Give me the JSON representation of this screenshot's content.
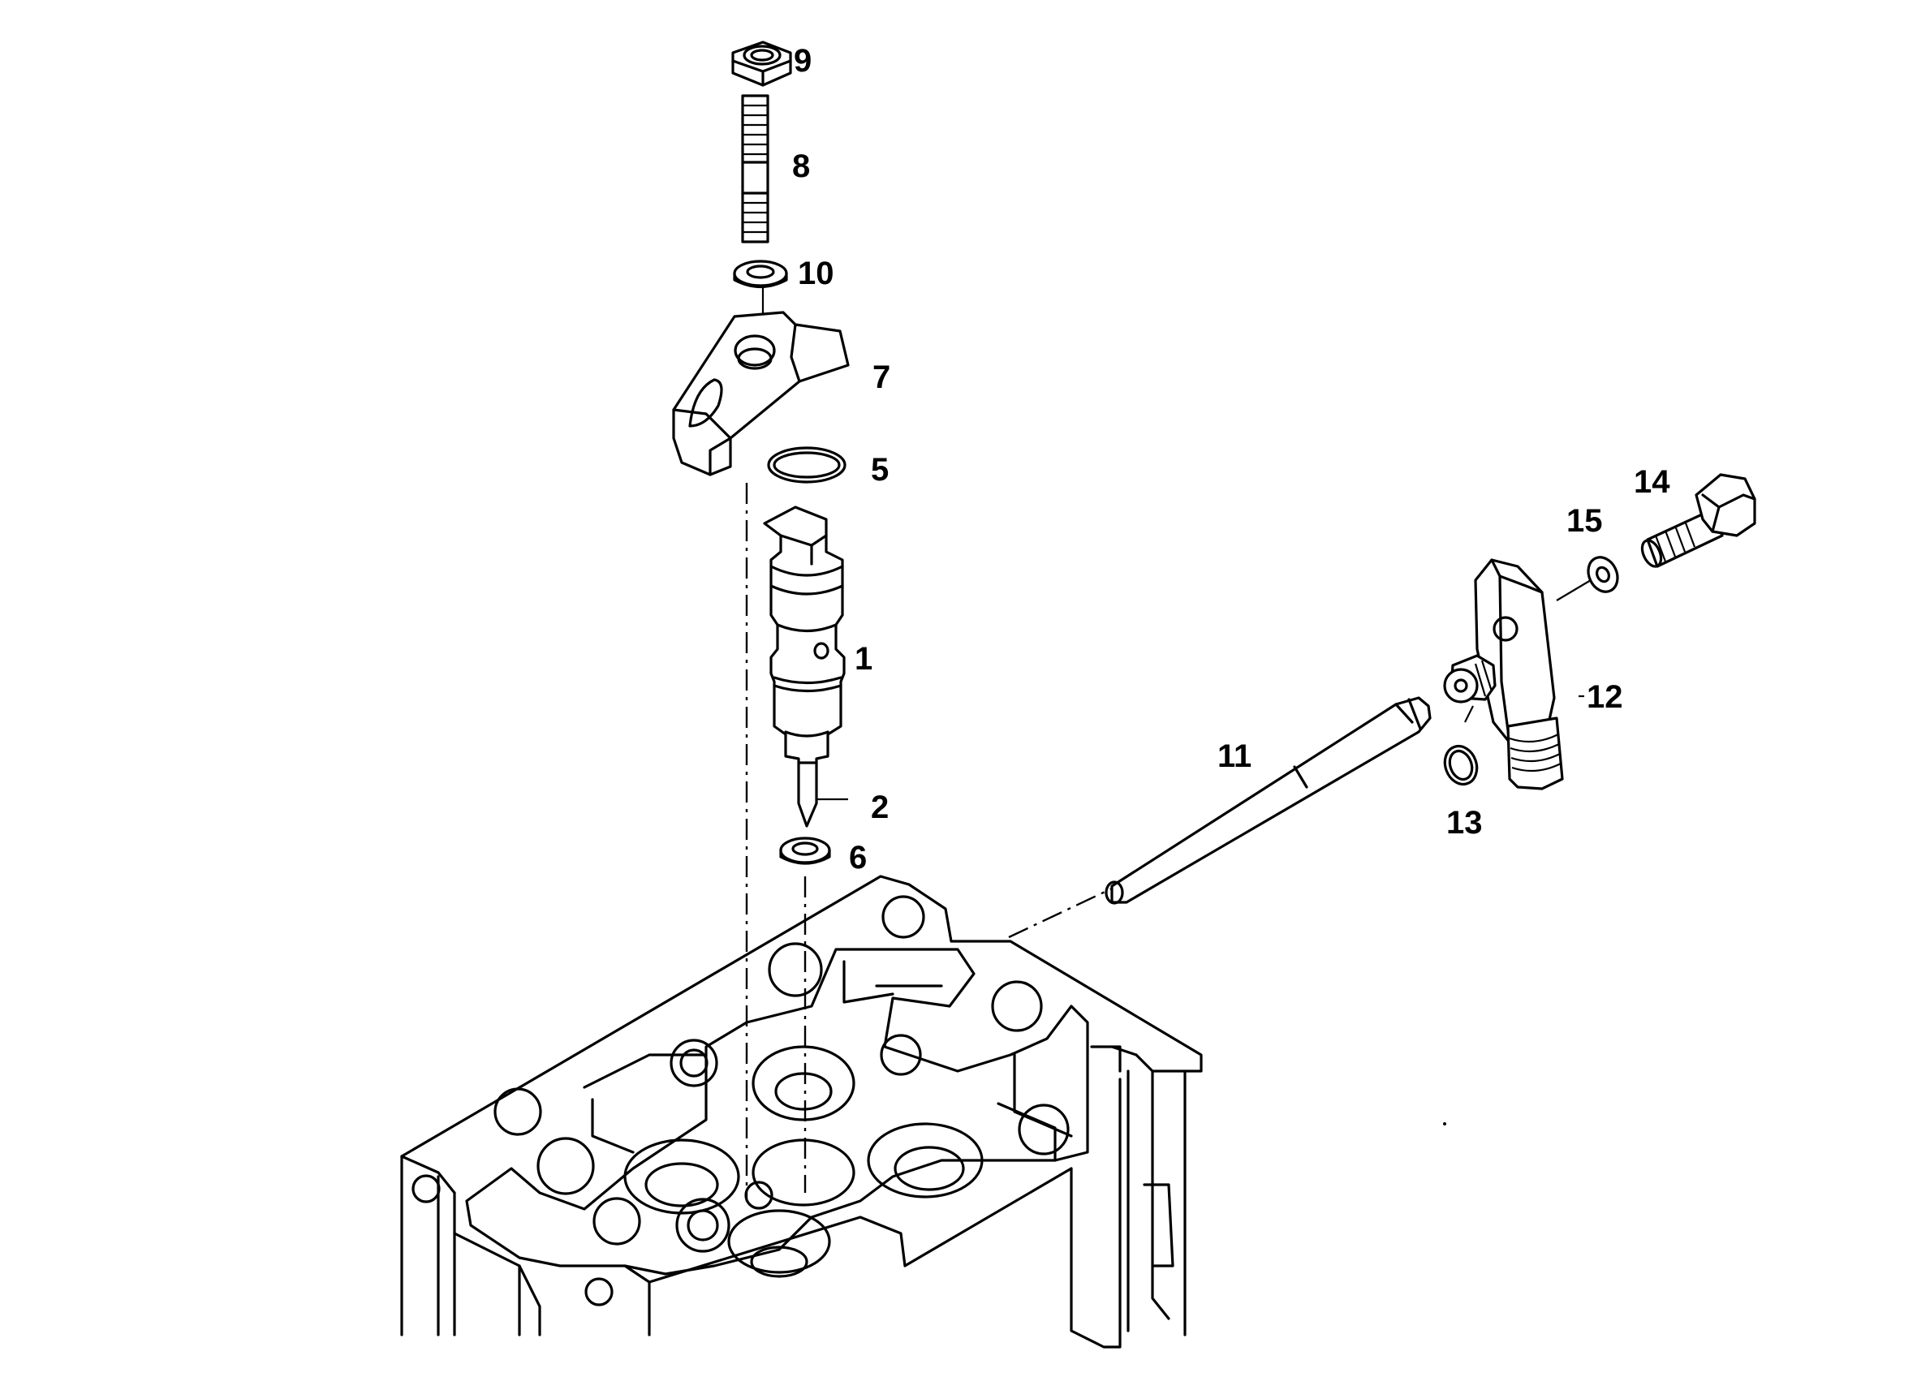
{
  "callouts": [
    {
      "id": "1",
      "text": "1"
    },
    {
      "id": "2",
      "text": "2"
    },
    {
      "id": "5",
      "text": "5"
    },
    {
      "id": "6",
      "text": "6"
    },
    {
      "id": "7",
      "text": "7"
    },
    {
      "id": "8",
      "text": "8"
    },
    {
      "id": "9",
      "text": "9"
    },
    {
      "id": "10",
      "text": "10"
    },
    {
      "id": "11",
      "text": "11"
    },
    {
      "id": "12",
      "text": "12"
    },
    {
      "id": "13",
      "text": "13"
    },
    {
      "id": "14",
      "text": "14"
    },
    {
      "id": "15",
      "text": "15"
    }
  ]
}
